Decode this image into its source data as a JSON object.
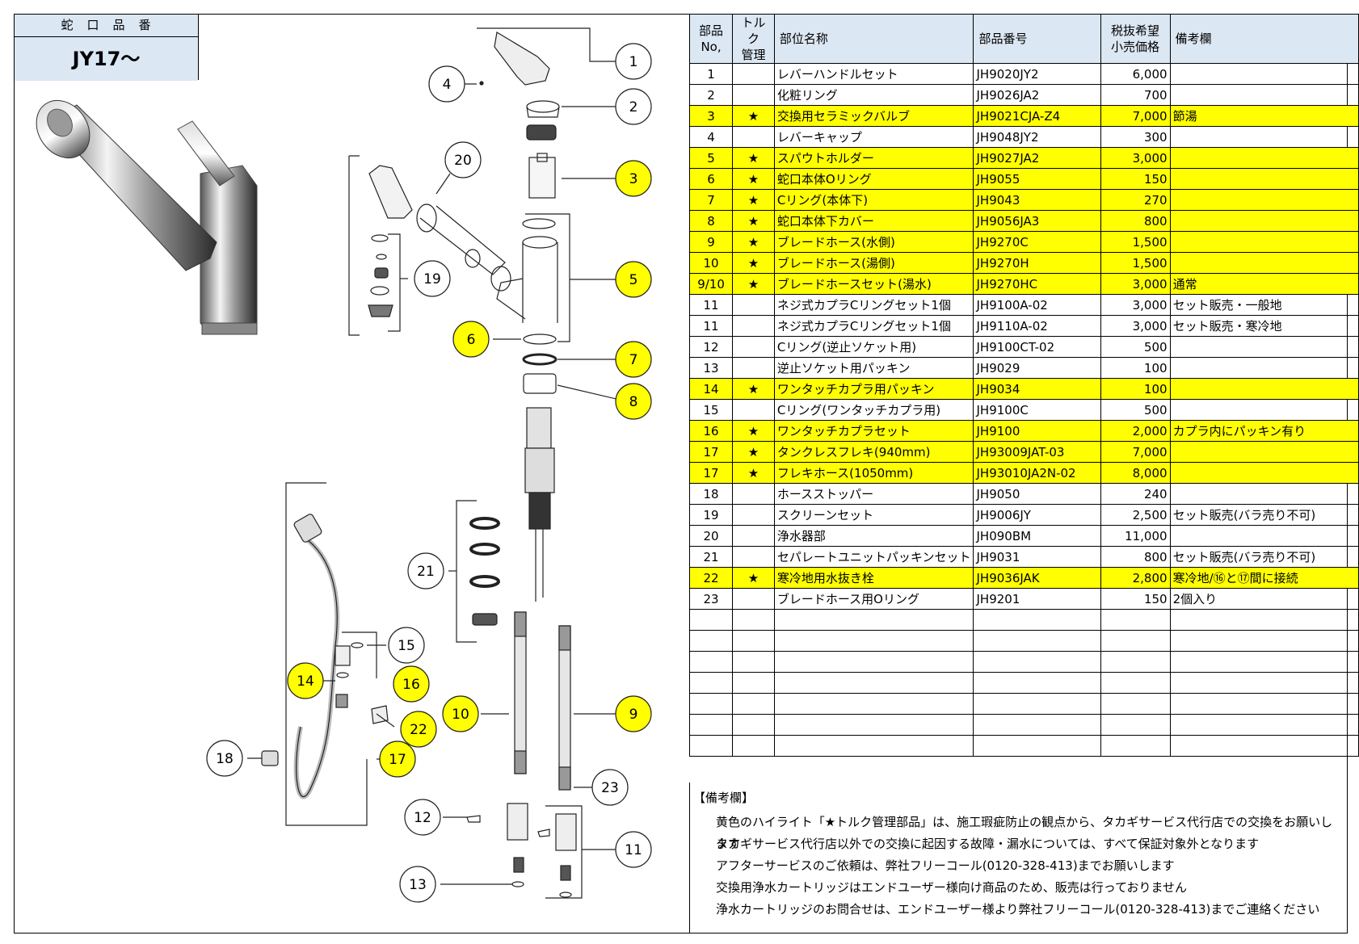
{
  "model": {
    "header": "蛇　口　品　番",
    "value": "JY17～"
  },
  "table": {
    "headers": [
      "部品\nNo,",
      "トルク\n管理",
      "部位名称",
      "部品番号",
      "税抜希望\n小売価格",
      "備考欄"
    ],
    "rows": [
      {
        "no": "1",
        "torque": "",
        "name": "レバーハンドルセット",
        "part": "JH9020JY2",
        "price": "6,000",
        "note": "",
        "hl": false
      },
      {
        "no": "2",
        "torque": "",
        "name": "化粧リング",
        "part": "JH9026JA2",
        "price": "700",
        "note": "",
        "hl": false
      },
      {
        "no": "3",
        "torque": "★",
        "name": "交換用セラミックバルブ",
        "part": "JH9021CJA-Z4",
        "price": "7,000",
        "note": "節湯",
        "hl": true
      },
      {
        "no": "4",
        "torque": "",
        "name": "レバーキャップ",
        "part": "JH9048JY2",
        "price": "300",
        "note": "",
        "hl": false
      },
      {
        "no": "5",
        "torque": "★",
        "name": "スパウトホルダー",
        "part": "JH9027JA2",
        "price": "3,000",
        "note": "",
        "hl": true
      },
      {
        "no": "6",
        "torque": "★",
        "name": "蛇口本体Oリング",
        "part": "JH9055",
        "price": "150",
        "note": "",
        "hl": true
      },
      {
        "no": "7",
        "torque": "★",
        "name": "Cリング(本体下)",
        "part": "JH9043",
        "price": "270",
        "note": "",
        "hl": true
      },
      {
        "no": "8",
        "torque": "★",
        "name": "蛇口本体下カバー",
        "part": "JH9056JA3",
        "price": "800",
        "note": "",
        "hl": true
      },
      {
        "no": "9",
        "torque": "★",
        "name": "ブレードホース(水側)",
        "part": "JH9270C",
        "price": "1,500",
        "note": "",
        "hl": true
      },
      {
        "no": "10",
        "torque": "★",
        "name": "ブレードホース(湯側)",
        "part": "JH9270H",
        "price": "1,500",
        "note": "",
        "hl": true
      },
      {
        "no": "9/10",
        "torque": "★",
        "name": "ブレードホースセット(湯水)",
        "part": "JH9270HC",
        "price": "3,000",
        "note": "通常",
        "hl": true
      },
      {
        "no": "11",
        "torque": "",
        "name": "ネジ式カプラCリングセット1個",
        "part": "JH9100A-02",
        "price": "3,000",
        "note": "セット販売・一般地",
        "hl": false
      },
      {
        "no": "11",
        "torque": "",
        "name": "ネジ式カプラCリングセット1個",
        "part": "JH9110A-02",
        "price": "3,000",
        "note": "セット販売・寒冷地",
        "hl": false
      },
      {
        "no": "12",
        "torque": "",
        "name": "Cリング(逆止ソケット用)",
        "part": "JH9100CT-02",
        "price": "500",
        "note": "",
        "hl": false
      },
      {
        "no": "13",
        "torque": "",
        "name": "逆止ソケット用パッキン",
        "part": "JH9029",
        "price": "100",
        "note": "",
        "hl": false
      },
      {
        "no": "14",
        "torque": "★",
        "name": "ワンタッチカプラ用パッキン",
        "part": "JH9034",
        "price": "100",
        "note": "",
        "hl": true
      },
      {
        "no": "15",
        "torque": "",
        "name": "Cリング(ワンタッチカプラ用)",
        "part": "JH9100C",
        "price": "500",
        "note": "",
        "hl": false
      },
      {
        "no": "16",
        "torque": "★",
        "name": "ワンタッチカプラセット",
        "part": "JH9100",
        "price": "2,000",
        "note": "カプラ内にパッキン有り",
        "hl": true
      },
      {
        "no": "17",
        "torque": "★",
        "name": "タンクレスフレキ(940mm)",
        "part": "JH93009JAT-03",
        "price": "7,000",
        "note": "",
        "hl": true
      },
      {
        "no": "17",
        "torque": "★",
        "name": "フレキホース(1050mm)",
        "part": "JH93010JA2N-02",
        "price": "8,000",
        "note": "",
        "hl": true
      },
      {
        "no": "18",
        "torque": "",
        "name": "ホースストッパー",
        "part": "JH9050",
        "price": "240",
        "note": "",
        "hl": false
      },
      {
        "no": "19",
        "torque": "",
        "name": "スクリーンセット",
        "part": "JH9006JY",
        "price": "2,500",
        "note": "セット販売(バラ売り不可)",
        "hl": false
      },
      {
        "no": "20",
        "torque": "",
        "name": "浄水器部",
        "part": "JH090BM",
        "price": "11,000",
        "note": "",
        "hl": false
      },
      {
        "no": "21",
        "torque": "",
        "name": "セパレートユニットパッキンセット",
        "part": "JH9031",
        "price": "800",
        "note": "セット販売(バラ売り不可)",
        "hl": false
      },
      {
        "no": "22",
        "torque": "★",
        "name": "寒冷地用水抜き栓",
        "part": "JH9036JAK",
        "price": "2,800",
        "note": "寒冷地/⑯と⑰間に接続",
        "hl": true
      },
      {
        "no": "23",
        "torque": "",
        "name": "ブレードホース用Oリング",
        "part": "JH9201",
        "price": "150",
        "note": "2個入り",
        "hl": false
      }
    ],
    "empty_rows": 7
  },
  "remarks": {
    "title": "【備考欄】",
    "lines": [
      "黄色のハイライト「★トルク管理部品」は、施工瑕疵防止の観点から、タカギサービス代行店での交換をお願いします",
      "タカギサービス代行店以外での交換に起因する故障・漏水については、すべて保証対象外となります",
      "アフターサービスのご依頼は、弊社フリーコール(0120-328-413)までお願いします",
      "交換用浄水カートリッジはエンドユーザー様向け商品のため、販売は行っておりません",
      "浄水カートリッジのお問合せは、エンドユーザー様より弊社フリーコール(0120-328-413)までご連絡ください"
    ]
  },
  "callouts": [
    "1",
    "2",
    "3",
    "4",
    "5",
    "6",
    "7",
    "8",
    "9",
    "10",
    "11",
    "12",
    "13",
    "14",
    "15",
    "16",
    "17",
    "18",
    "19",
    "20",
    "21",
    "22",
    "23"
  ],
  "colors": {
    "highlight": "#ffff00",
    "header_bg": "#dbe7f3"
  }
}
